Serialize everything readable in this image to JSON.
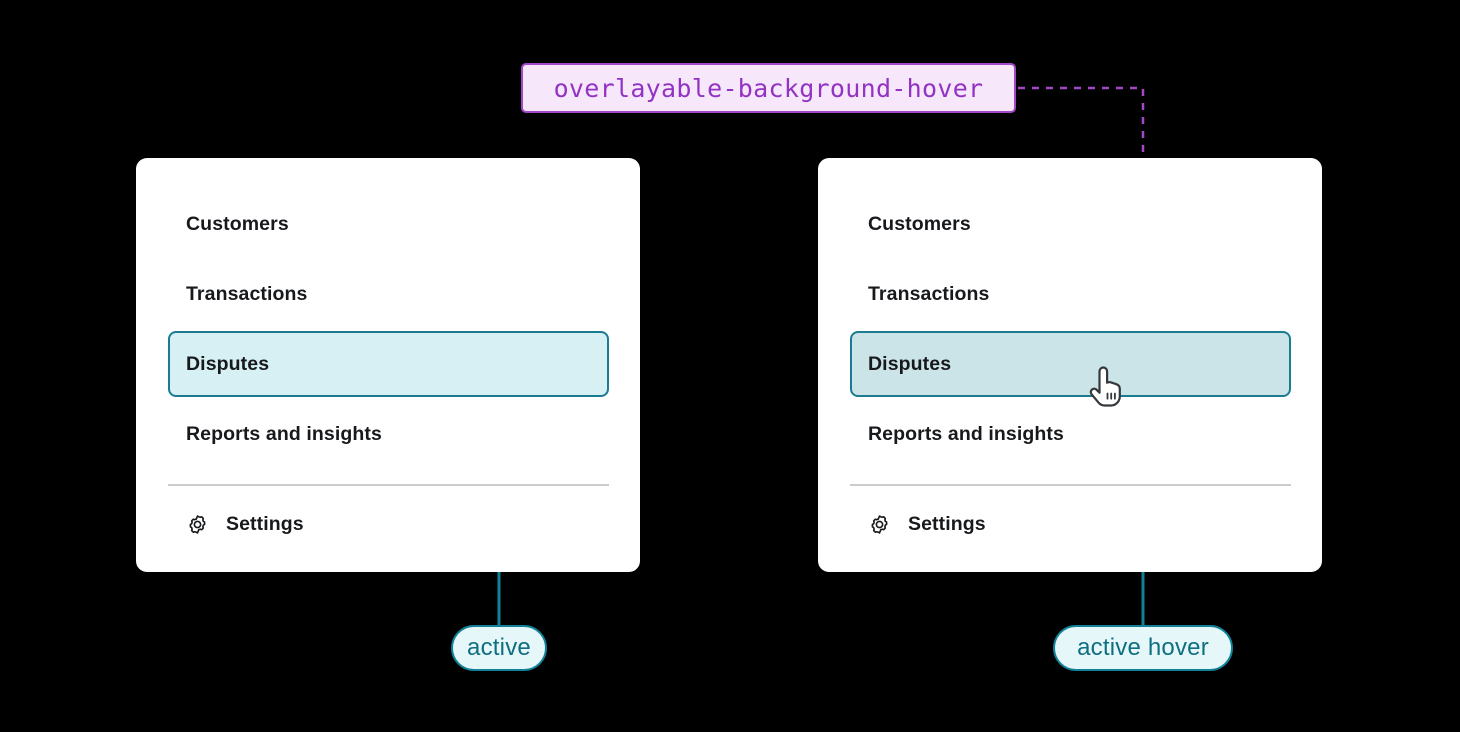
{
  "token": {
    "name": "overlayable-background-hover",
    "text_color": "#9333c4",
    "border_color": "#a347c9",
    "fill_color": "#f7e7fb"
  },
  "colors": {
    "background": "#000000",
    "card_surface": "#ffffff",
    "active_fill": "#d7f0f4",
    "active_hover_fill": "#cbe4e8",
    "active_border": "#1a7b91",
    "divider": "#cccccc",
    "label": "#17191c",
    "annotation_teal": "#108197",
    "annotation_purple": "#a347c9"
  },
  "cards": [
    {
      "id": "active",
      "menu": [
        {
          "label": "Customers",
          "state": "default",
          "icon": null
        },
        {
          "label": "Transactions",
          "state": "default",
          "icon": null
        },
        {
          "label": "Disputes",
          "state": "active",
          "icon": null
        },
        {
          "label": "Reports and insights",
          "state": "default",
          "icon": null
        },
        {
          "label": "Settings",
          "state": "default",
          "icon": "gear-icon"
        }
      ]
    },
    {
      "id": "active-hover",
      "menu": [
        {
          "label": "Customers",
          "state": "default",
          "icon": null
        },
        {
          "label": "Transactions",
          "state": "default",
          "icon": null
        },
        {
          "label": "Disputes",
          "state": "active-hover",
          "icon": null
        },
        {
          "label": "Reports and insights",
          "state": "default",
          "icon": null
        },
        {
          "label": "Settings",
          "state": "default",
          "icon": "gear-icon"
        }
      ]
    }
  ],
  "annotations": {
    "left_pill": "active",
    "right_pill": "active hover"
  },
  "cursor": {
    "type": "pointing-hand",
    "target": "Disputes"
  }
}
